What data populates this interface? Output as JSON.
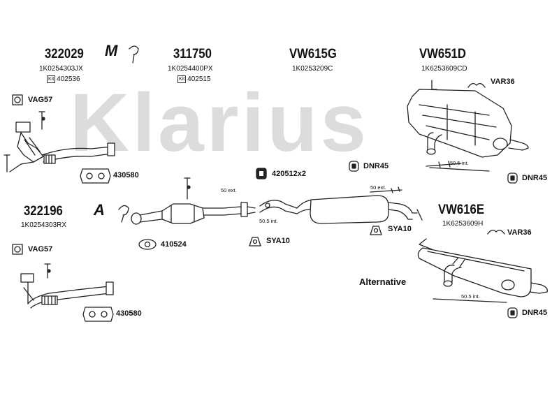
{
  "watermark": "Klarius",
  "symbols": {
    "m_symbol": "M",
    "a_symbol": "A"
  },
  "parts": {
    "p322029": {
      "number": "322029",
      "oem": "1K0254303JX",
      "kit": "402536",
      "kit_label": "Kit"
    },
    "p311750": {
      "number": "311750",
      "oem": "1K0254400PX",
      "kit": "402515",
      "kit_label": "Kit"
    },
    "vw615g": {
      "number": "VW615G",
      "oem": "1K0253209C"
    },
    "vw651d": {
      "number": "VW651D",
      "oem": "1K6253609CD"
    },
    "p322196": {
      "number": "322196",
      "oem": "1K0254303RX"
    },
    "vw616e": {
      "number": "VW616E",
      "oem": "1K6253609H"
    }
  },
  "fittings": {
    "vag57_top": "VAG57",
    "vag57_bottom": "VAG57",
    "f430580_top": "430580",
    "f430580_bottom": "430580",
    "f420512": "420512x2",
    "f410524": "410524",
    "sya10_left": "SYA10",
    "sya10_right": "SYA10",
    "dnr45_center": "DNR45",
    "dnr45_right": "DNR45",
    "dnr45_bottom": "DNR45",
    "var36_top": "VAR36",
    "var36_mid": "VAR36"
  },
  "dimensions": {
    "ext50_a": "50 ext.",
    "ext50_b": "50 ext.",
    "int505_a": "50.5 int.",
    "int505_b": "50.5 int.",
    "int505_c": "50.5 int."
  },
  "alternative_label": "Alternative"
}
